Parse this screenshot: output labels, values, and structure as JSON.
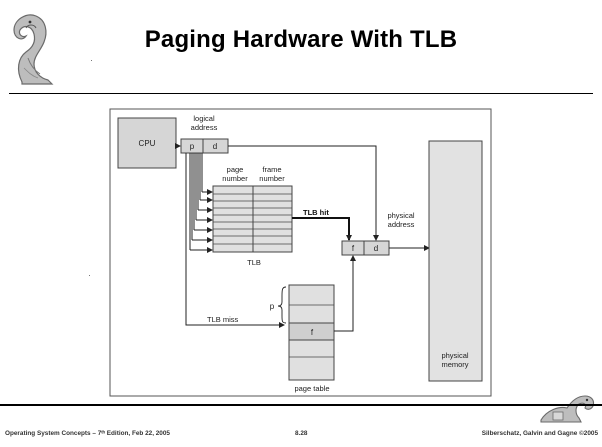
{
  "slide": {
    "title": "Paging Hardware With TLB"
  },
  "diagram": {
    "cpu_label": "CPU",
    "logical_address_line1": "logical",
    "logical_address_line2": "address",
    "p_label": "p",
    "d_label": "d",
    "page_number_line1": "page",
    "page_number_line2": "number",
    "frame_number_line1": "frame",
    "frame_number_line2": "number",
    "tlb_hit_label": "TLB hit",
    "tlb_label": "TLB",
    "physical_address_line1": "physical",
    "physical_address_line2": "address",
    "f_label": "f",
    "di_label": "d",
    "p_index_label": "p",
    "tlb_miss_label": "TLB miss",
    "table_f_label": "f",
    "page_table_label": "page table",
    "physical_memory_line1": "physical",
    "physical_memory_line2": "memory"
  },
  "footer": {
    "left": "Operating System Concepts – 7ᵗʰ Edition, Feb 22, 2005",
    "center": "8.28",
    "right": "Silberschatz, Galvin and Gagne ©2005"
  }
}
